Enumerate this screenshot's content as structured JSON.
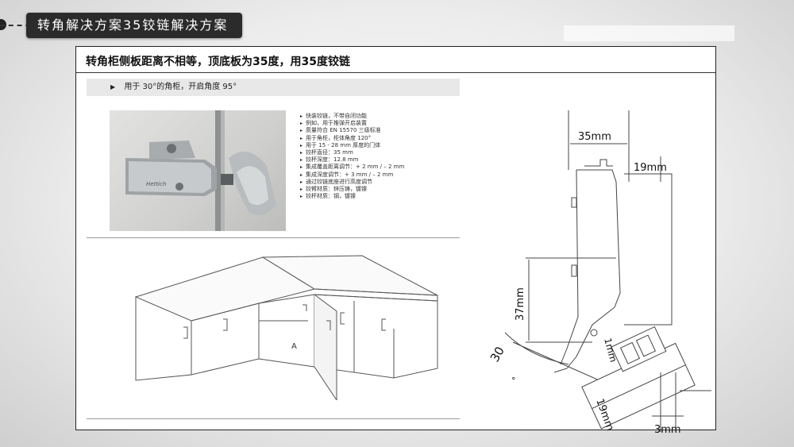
{
  "header": {
    "section_title": "转角解决方案35铰链解决方案"
  },
  "panel": {
    "title": "转角柜侧板距离不相等，顶底板为35度，用35度铰链",
    "subtitle": "用于 30°的角柜，开启角度 95°",
    "photo_brand": "Hettich",
    "specs": [
      "快装铰链，不带自闭功能",
      "例如，用于推弹开启装置",
      "质量符合 EN 15570 三级标准",
      "用于角柜，柜体角度 120°",
      "用于 15 - 28 mm 厚度的门体",
      "铰杯直径：35 mm",
      "铰杯深度：12.8 mm",
      "集成覆盖距离调节：+ 2 mm / – 2 mm",
      "集成深度调节：+ 3 mm / – 2 mm",
      "通过铰链底座进行高度调节",
      "铰臂材质：锌压铸，镀镍",
      "铰杯材质：钢，镀镍"
    ],
    "cabinet_marker": "A",
    "dimensions": {
      "d35": "35mm",
      "d19_top": "19mm",
      "d37": "37mm",
      "d1": "1mm",
      "angle": "30",
      "angle_unit": "°",
      "d19_bottom": "19mm",
      "d3": "3mm"
    }
  }
}
